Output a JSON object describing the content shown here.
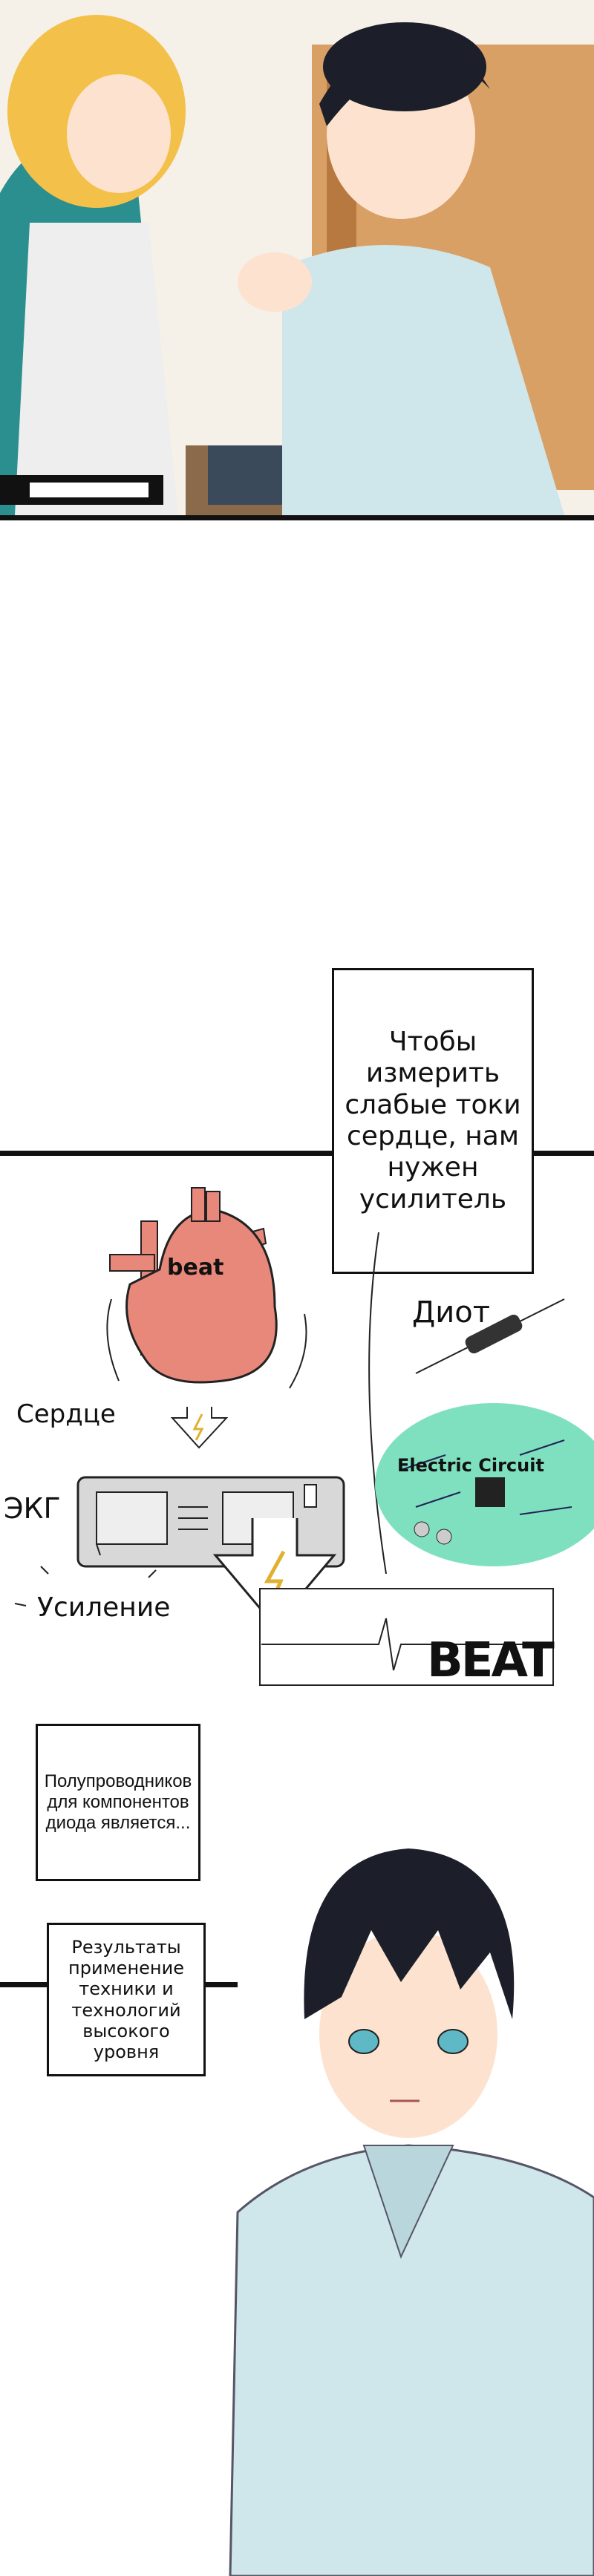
{
  "captions": {
    "amplifier": [
      "Чтобы",
      "измерить",
      "слабые токи",
      "сердце, нам",
      "нужен",
      "усилитель"
    ],
    "semiconductor": [
      "Полупроводников",
      "для компонентов",
      "диода является..."
    ],
    "results": [
      "Результаты",
      "применение",
      "техники и",
      "технологий",
      "высокого",
      "уровня"
    ]
  },
  "diagram": {
    "heart_sfx": "beat",
    "heart_label": "Сердце",
    "ecg_label": "ЭКГ",
    "diode_label": "Диот",
    "circuit_label": "Electric Circuit",
    "amplification_label": "Усиление",
    "beat_sfx": "BEAT"
  },
  "colors": {
    "heart": "#e8887a",
    "circuit": "#7fe0c0",
    "shirt": "#cfe6ea",
    "hair": "#1c1f2a",
    "blonde": "#f3c04a"
  }
}
